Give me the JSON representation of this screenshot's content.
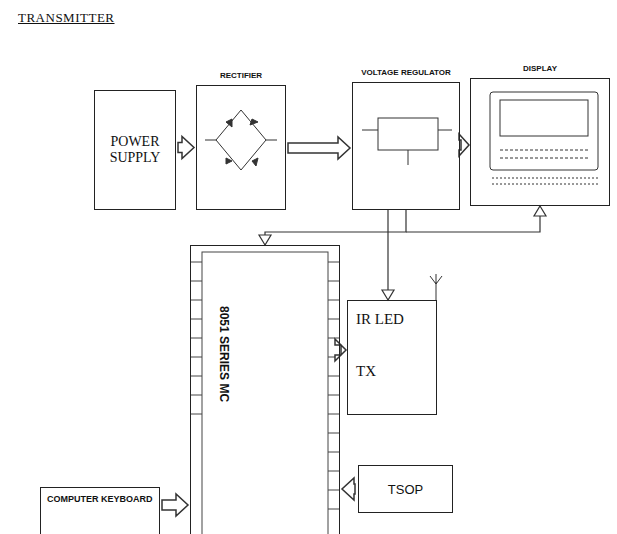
{
  "diagram": {
    "title": "TRANSMITTER",
    "nodes": [
      {
        "text": [
          "POWER SUPPLY"
        ]
      },
      {
        "text": [
          "RECTIFIER"
        ]
      },
      {
        "text": [
          "VOLTAGE REGULATOR"
        ]
      },
      {
        "text": [
          "DISPLAY"
        ]
      },
      {
        "text": [
          "8051 SERIES MC"
        ]
      },
      {
        "text": [
          "IR LED",
          "TX"
        ]
      },
      {
        "text": [
          "TSOP"
        ]
      },
      {
        "text": [
          "COMPUTER KEYBOARD"
        ]
      }
    ],
    "edges": [
      {
        "from": 0,
        "to": 1,
        "arrow": "to"
      },
      {
        "from": 1,
        "to": 2,
        "arrow": "to"
      },
      {
        "from": 2,
        "to": 3,
        "arrow": "to"
      },
      {
        "from": 2,
        "to": 4,
        "arrow": "to"
      },
      {
        "from": 2,
        "to": 5,
        "arrow": "to"
      },
      {
        "from": 2,
        "to": 3,
        "arrow": "to"
      },
      {
        "from": 4,
        "to": 5,
        "arrow": "to"
      },
      {
        "from": 6,
        "to": 4,
        "arrow": "to"
      },
      {
        "from": 7,
        "to": 4,
        "arrow": "to"
      }
    ]
  }
}
